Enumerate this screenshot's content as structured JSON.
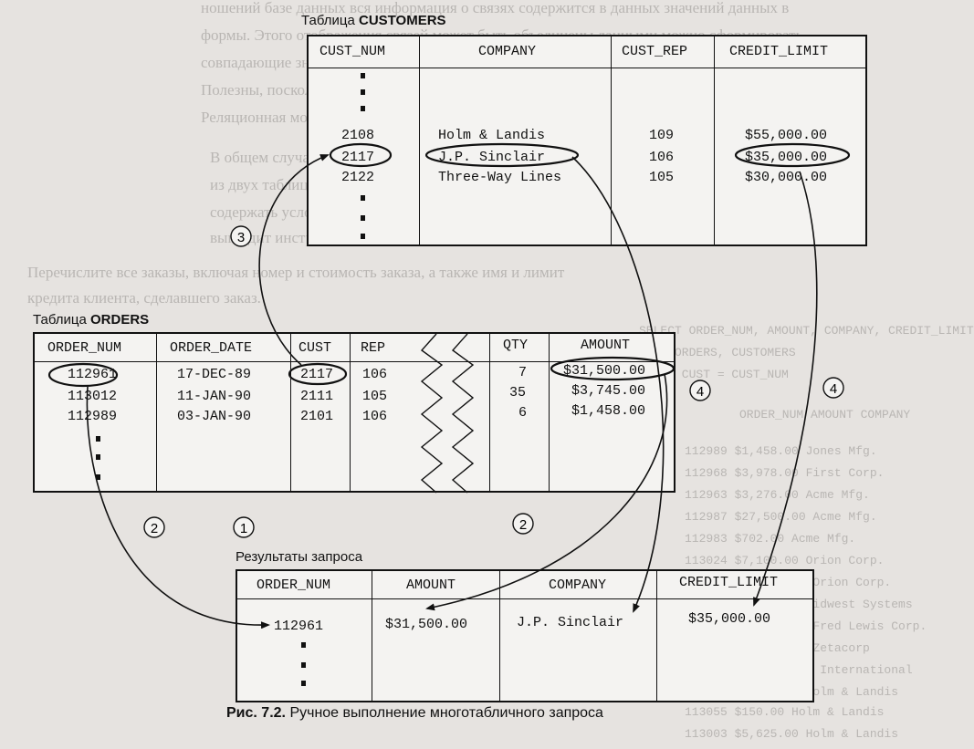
{
  "customers_table": {
    "caption_prefix": "Таблица",
    "caption_name": "CUSTOMERS",
    "headers": [
      "CUST_NUM",
      "COMPANY",
      "CUST_REP",
      "CREDIT_LIMIT"
    ],
    "rows": [
      {
        "cust_num": "2108",
        "company": "Holm & Landis",
        "cust_rep": "109",
        "credit_limit": "$55,000.00"
      },
      {
        "cust_num": "2117",
        "company": "J.P. Sinclair",
        "cust_rep": "106",
        "credit_limit": "$35,000.00"
      },
      {
        "cust_num": "2122",
        "company": "Three-Way Lines",
        "cust_rep": "105",
        "credit_limit": "$30,000.00"
      }
    ]
  },
  "orders_table": {
    "caption_prefix": "Таблица",
    "caption_name": "ORDERS",
    "headers": [
      "ORDER_NUM",
      "ORDER_DATE",
      "CUST",
      "REP",
      "QTY",
      "AMOUNT"
    ],
    "rows": [
      {
        "order_num": "112961",
        "order_date": "17-DEC-89",
        "cust": "2117",
        "rep": "106",
        "qty": "7",
        "amount": "$31,500.00"
      },
      {
        "order_num": "113012",
        "order_date": "11-JAN-90",
        "cust": "2111",
        "rep": "105",
        "qty": "35",
        "amount": "$3,745.00"
      },
      {
        "order_num": "112989",
        "order_date": "03-JAN-90",
        "cust": "2101",
        "rep": "106",
        "qty": "6",
        "amount": "$1,458.00"
      }
    ]
  },
  "results_table": {
    "caption": "Результаты запроса",
    "headers": [
      "ORDER_NUM",
      "AMOUNT",
      "COMPANY",
      "CREDIT_LIMIT"
    ],
    "rows": [
      {
        "order_num": "112961",
        "amount": "$31,500.00",
        "company": "J.P. Sinclair",
        "credit_limit": "$35,000.00"
      }
    ]
  },
  "step_markers": {
    "step1": "1",
    "step2a": "2",
    "step2b": "2",
    "step3": "3",
    "step4a": "4",
    "step4b": "4"
  },
  "figure_caption": {
    "number": "Рис. 7.2.",
    "text": "Ручное выполнение многотабличного запроса"
  },
  "background_text": [
    "ношений базе данных вся информация о связях содержится в данных значений данных в",
    "формы. Этого отображения связей может быть объединены данными можно сформировать,",
    "совпадающие значения столбцов. Такой образом, соединения являются",
    "Полезны, поскольку связь отсутствует или указатель иных механи",
    "Реляционная модель обеспечивает соответствующих между данными.",
    "В общем случае запрос можно выполнить путем сопоставления столб-",
    "из двух таблиц, инструкция SELECT для многотабличного запроса должна",
    "содержать условие отбора, которое определяет взаимосвязь между столбцами. Вот как",
    "выглядит инструкция SELECT для запроса, выполненного вручную на рис. 7.2.",
    "Перечислите все заказы, включая номер и стоимость заказа, а также имя и лимит",
    "кредита клиента, сделавшего заказ.",
    "SELECT ORDER_NUM, AMOUNT, COMPANY, CREDIT_LIMIT",
    "FROM ORDERS, CUSTOMERS",
    "WHERE CUST = CUST_NUM",
    "ORDER_NUM     AMOUNT  COMPANY",
    "112989   $1,458.00  Jones Mfg.",
    "112968   $3,978.00  First Corp.",
    "112963   $3,276.00  Acme Mfg.",
    "112987  $27,500.00  Acme Mfg.",
    "112983     $702.00  Acme Mfg.",
    "113024   $7,100.00  Orion Corp.",
    "112979  $15,000.00  Orion Corp.",
    "113051   $1,420.00  Midwest Systems",
    "113036  $22,500.00  Fred Lewis Corp.",
    "113045  $45,000.00  Zetacorp",
    "113034     $632.00  Ace International",
    "113058   $1,480.00  Holm & Landis",
    "113055     $150.00  Holm & Landis",
    "113003   $5,625.00  Holm & Landis"
  ]
}
